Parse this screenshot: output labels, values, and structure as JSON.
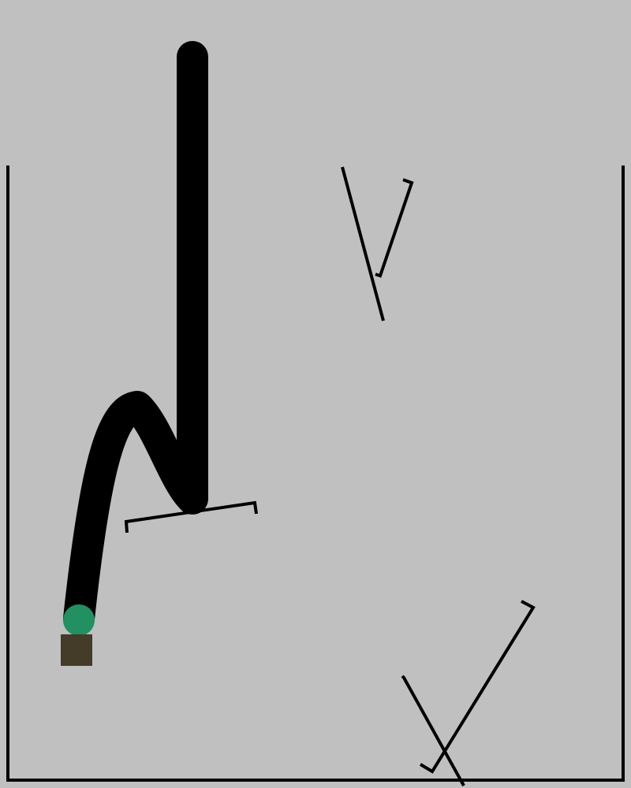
{
  "scene": {
    "background_color": "#c0c0c0",
    "line_color": "#000000",
    "ball_color": "#229060",
    "block_color": "#443b28",
    "objects": [
      "container-walls",
      "black-tube-path",
      "green-ball",
      "brown-block",
      "cup-top",
      "cup-middle",
      "cup-bottom"
    ]
  }
}
